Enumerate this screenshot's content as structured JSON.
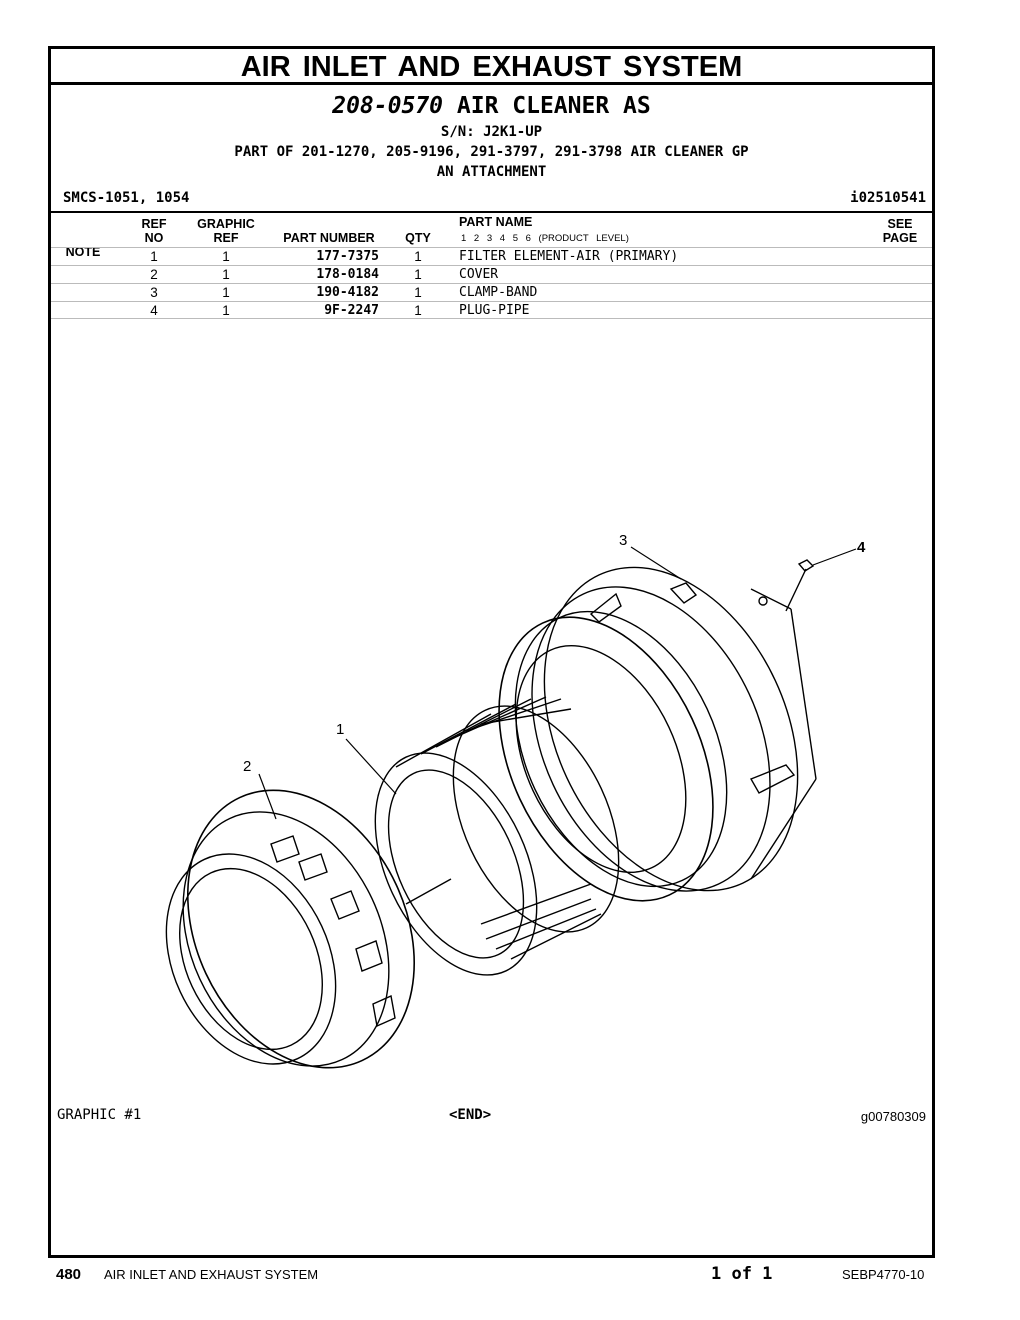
{
  "section_title": "AIR INLET AND EXHAUST SYSTEM",
  "group": {
    "part_number": "208-0570",
    "name": "AIR CLEANER AS",
    "serial": "S/N: J2K1-UP",
    "part_of": "PART OF 201-1270, 205-9196, 291-3797, 291-3798 AIR CLEANER GP",
    "attachment": "AN ATTACHMENT"
  },
  "smcs": "SMCS-1051, 1054",
  "illustration_id": "i02510541",
  "columns": {
    "note": "NOTE",
    "ref_top": "REF",
    "ref_bottom": "NO",
    "graphic_top": "GRAPHIC",
    "graphic_bottom": "REF",
    "part_number": "PART NUMBER",
    "qty": "QTY",
    "part_name": "PART NAME",
    "product_levels": "1 2 3 4 5 6 (PRODUCT LEVEL)",
    "see_top": "SEE",
    "see_bottom": "PAGE"
  },
  "parts": [
    {
      "ref": "1",
      "graphic_ref": "1",
      "part_number": "177-7375",
      "qty": "1",
      "name": "FILTER ELEMENT-AIR (PRIMARY)"
    },
    {
      "ref": "2",
      "graphic_ref": "1",
      "part_number": "178-0184",
      "qty": "1",
      "name": "COVER"
    },
    {
      "ref": "3",
      "graphic_ref": "1",
      "part_number": "190-4182",
      "qty": "1",
      "name": "CLAMP-BAND"
    },
    {
      "ref": "4",
      "graphic_ref": "1",
      "part_number": "9F-2247",
      "qty": "1",
      "name": "PLUG-PIPE"
    }
  ],
  "callouts": [
    "1",
    "2",
    "3",
    "4"
  ],
  "graphic_label": "GRAPHIC #1",
  "end_label": "<END>",
  "graphic_code": "g00780309",
  "footer": {
    "page_number": "480",
    "section": "AIR INLET AND EXHAUST SYSTEM",
    "page_of": "1 of 1",
    "document": "SEBP4770-10"
  }
}
